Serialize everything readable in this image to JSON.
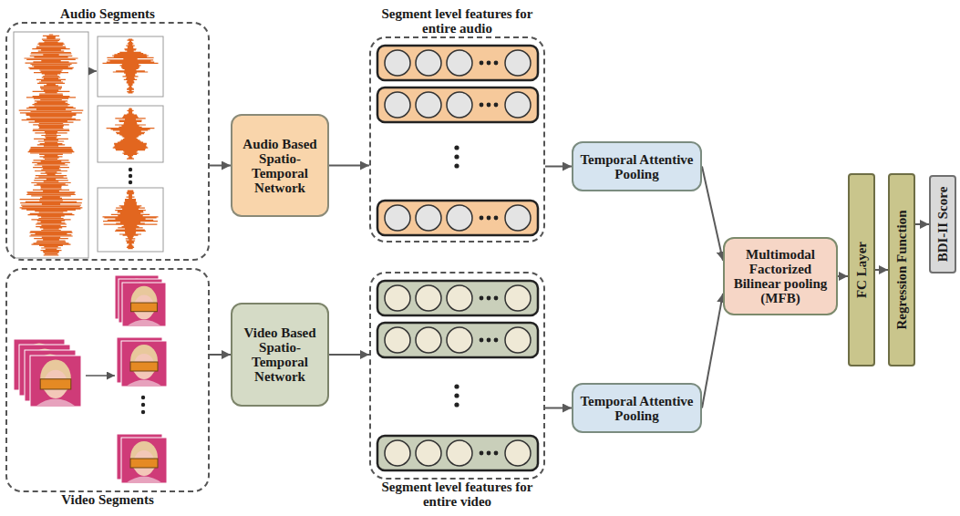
{
  "diagram": {
    "nodes": [
      {
        "text": [
          "Audio Segments"
        ]
      },
      {
        "text": [
          "Audio Based Spatio-Temporal Network"
        ]
      },
      {
        "text": [
          "Segment level features for entire audio"
        ]
      },
      {
        "text": [
          "Temporal Attentive Pooling"
        ]
      },
      {
        "text": [
          "Video Segments"
        ]
      },
      {
        "text": [
          "Video Based Spatio-Temporal Network"
        ]
      },
      {
        "text": [
          "Segment level features for entire video"
        ]
      },
      {
        "text": [
          "Temporal Attentive Pooling"
        ]
      },
      {
        "text": [
          "Multimodal Factorized Bilinear pooling (MFB)"
        ]
      },
      {
        "text": [
          "FC Layer"
        ]
      },
      {
        "text": [
          "Regression Function"
        ]
      },
      {
        "text": [
          "BDI-II Score"
        ]
      }
    ],
    "edges": [
      {
        "from": 0,
        "to": 1,
        "arrow": "to"
      },
      {
        "from": 1,
        "to": 2,
        "arrow": "to"
      },
      {
        "from": 2,
        "to": 3,
        "arrow": "to"
      },
      {
        "from": 4,
        "to": 5,
        "arrow": "to"
      },
      {
        "from": 5,
        "to": 6,
        "arrow": "to"
      },
      {
        "from": 6,
        "to": 7,
        "arrow": "to"
      },
      {
        "from": 3,
        "to": 8,
        "arrow": "to"
      },
      {
        "from": 7,
        "to": 8,
        "arrow": "to"
      },
      {
        "from": 8,
        "to": 9,
        "arrow": "to"
      },
      {
        "from": 9,
        "to": 10,
        "arrow": "to"
      },
      {
        "from": 10,
        "to": 11,
        "arrow": "to"
      }
    ]
  }
}
